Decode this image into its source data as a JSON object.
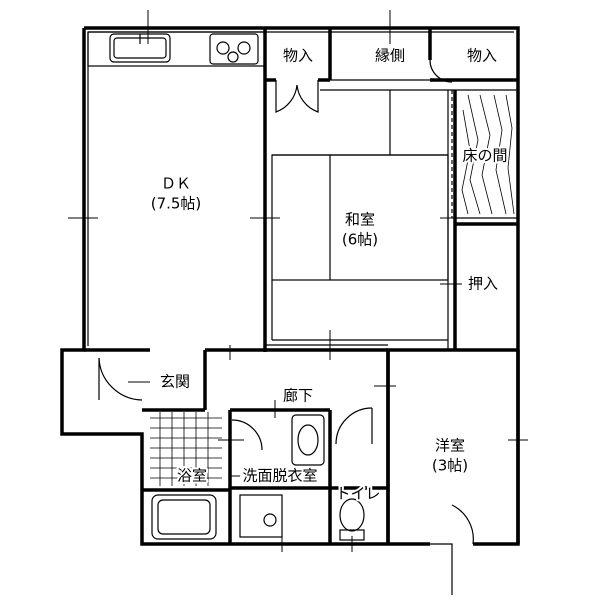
{
  "rooms": {
    "dk": {
      "name": "ＤＫ",
      "size": "(7.5帖)"
    },
    "washitsu": {
      "name": "和室",
      "size": "(6帖)"
    },
    "yoshitsu": {
      "name": "洋室",
      "size": "(3帖)"
    },
    "monoire_left": {
      "name": "物入"
    },
    "engawa": {
      "name": "縁側"
    },
    "monoire_right": {
      "name": "物入"
    },
    "tokonoma": {
      "name": "床の間"
    },
    "oshiire": {
      "name": "押入"
    },
    "genkan": {
      "name": "玄関"
    },
    "roka": {
      "name": "廊下"
    },
    "yokushitsu": {
      "name": "浴室"
    },
    "senmen": {
      "name": "洗面脱衣室"
    },
    "toilet": {
      "name": "トイレ"
    }
  }
}
